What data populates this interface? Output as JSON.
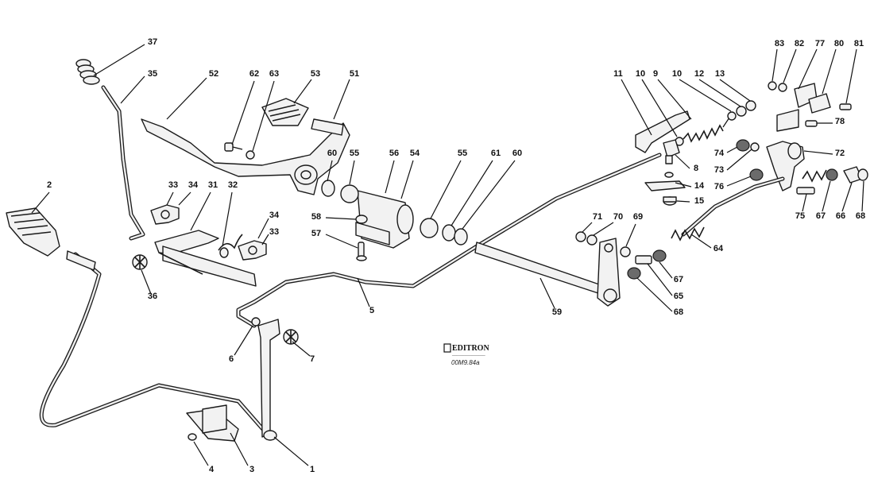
{
  "diagram": {
    "brand": "EDITRON",
    "code": "00M9.84a",
    "callouts": [
      {
        "id": "c37",
        "label": "37"
      },
      {
        "id": "c35",
        "label": "35"
      },
      {
        "id": "c52",
        "label": "52"
      },
      {
        "id": "c62",
        "label": "62"
      },
      {
        "id": "c63",
        "label": "63"
      },
      {
        "id": "c53",
        "label": "53"
      },
      {
        "id": "c51",
        "label": "51"
      },
      {
        "id": "c2",
        "label": "2"
      },
      {
        "id": "c33a",
        "label": "33"
      },
      {
        "id": "c34a",
        "label": "34"
      },
      {
        "id": "c31",
        "label": "31"
      },
      {
        "id": "c32",
        "label": "32"
      },
      {
        "id": "c34b",
        "label": "34"
      },
      {
        "id": "c33b",
        "label": "33"
      },
      {
        "id": "c36",
        "label": "36"
      },
      {
        "id": "c60a",
        "label": "60"
      },
      {
        "id": "c55a",
        "label": "55"
      },
      {
        "id": "c56",
        "label": "56"
      },
      {
        "id": "c54",
        "label": "54"
      },
      {
        "id": "c55b",
        "label": "55"
      },
      {
        "id": "c61",
        "label": "61"
      },
      {
        "id": "c60b",
        "label": "60"
      },
      {
        "id": "c58",
        "label": "58"
      },
      {
        "id": "c57",
        "label": "57"
      },
      {
        "id": "c5",
        "label": "5"
      },
      {
        "id": "c6",
        "label": "6"
      },
      {
        "id": "c7",
        "label": "7"
      },
      {
        "id": "c4",
        "label": "4"
      },
      {
        "id": "c3",
        "label": "3"
      },
      {
        "id": "c1",
        "label": "1"
      },
      {
        "id": "c59",
        "label": "59"
      },
      {
        "id": "c71",
        "label": "71"
      },
      {
        "id": "c70",
        "label": "70"
      },
      {
        "id": "c69",
        "label": "69"
      },
      {
        "id": "c11",
        "label": "11"
      },
      {
        "id": "c10a",
        "label": "10"
      },
      {
        "id": "c9",
        "label": "9"
      },
      {
        "id": "c10b",
        "label": "10"
      },
      {
        "id": "c12",
        "label": "12"
      },
      {
        "id": "c13",
        "label": "13"
      },
      {
        "id": "c8",
        "label": "8"
      },
      {
        "id": "c14",
        "label": "14"
      },
      {
        "id": "c15",
        "label": "15"
      },
      {
        "id": "c83",
        "label": "83"
      },
      {
        "id": "c82",
        "label": "82"
      },
      {
        "id": "c77",
        "label": "77"
      },
      {
        "id": "c80",
        "label": "80"
      },
      {
        "id": "c81",
        "label": "81"
      },
      {
        "id": "c78",
        "label": "78"
      },
      {
        "id": "c74",
        "label": "74"
      },
      {
        "id": "c72",
        "label": "72"
      },
      {
        "id": "c73",
        "label": "73"
      },
      {
        "id": "c76",
        "label": "76"
      },
      {
        "id": "c75",
        "label": "75"
      },
      {
        "id": "c67a",
        "label": "67"
      },
      {
        "id": "c66",
        "label": "66"
      },
      {
        "id": "c68a",
        "label": "68"
      },
      {
        "id": "c64",
        "label": "64"
      },
      {
        "id": "c67b",
        "label": "67"
      },
      {
        "id": "c65",
        "label": "65"
      },
      {
        "id": "c68b",
        "label": "68"
      }
    ]
  }
}
